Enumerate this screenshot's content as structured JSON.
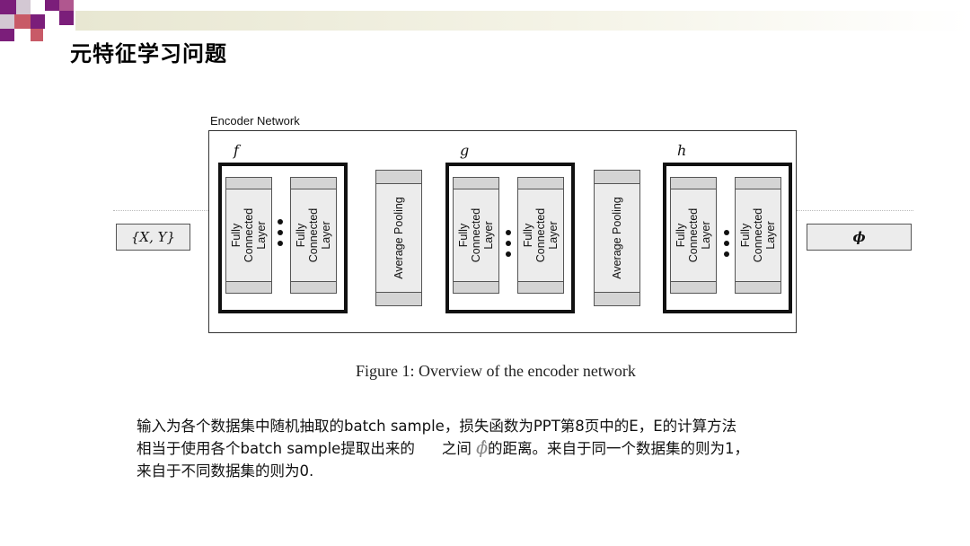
{
  "slide": {
    "title": "元特征学习问题",
    "accent_colors": [
      "#7b1e7a",
      "#b0578f",
      "#c85a67",
      "#d3c8d3"
    ]
  },
  "diagram": {
    "encoder_label": "Encoder Network",
    "input_label": "{X, Y}",
    "output_label": "ϕ",
    "caption": "Figure 1: Overview of the encoder network",
    "groups": [
      {
        "label": "f",
        "layers": [
          "Fully\nConnected\nLayer",
          "Fully\nConnected\nLayer"
        ]
      },
      {
        "label": "g",
        "layers": [
          "Fully\nConnected\nLayer",
          "Fully\nConnected\nLayer"
        ]
      },
      {
        "label": "h",
        "layers": [
          "Fully\nConnected\nLayer",
          "Fully\nConnected\nLayer"
        ]
      }
    ],
    "pooling": [
      "Average Pooling",
      "Average Pooling"
    ]
  },
  "description": {
    "line1": "输入为各个数据集中随机抽取的batch sample，损失函数为PPT第8页中的E，E的计算方法",
    "line2_a": "相当于使用各个batch sample提取出来的",
    "line2_b": "之间",
    "line2_c": "的距离。来自于同一个数据集的则为1，",
    "line3": "来自于不同数据集的则为0.",
    "symbol": "ϕ̂"
  }
}
